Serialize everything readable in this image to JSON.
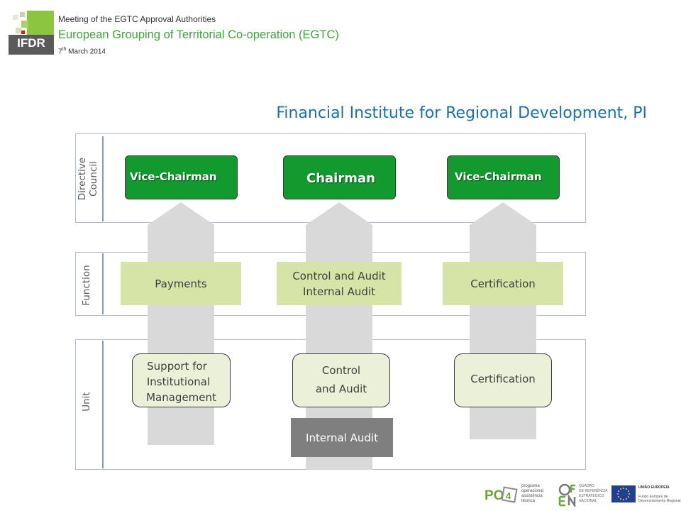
{
  "header": {
    "logo_text": "IFDR",
    "meeting": "Meeting  of the EGTC Approval Authorities",
    "subtitle": "European Grouping of Territorial Co-operation (EGTC)",
    "date_day": "7",
    "date_suffix": "th",
    "date_rest": " March 2014"
  },
  "title": "Financial Institute for Regional Development, PI",
  "sections": {
    "directive": [
      "Directive",
      "Council"
    ],
    "function": "Function",
    "unit": "Unit"
  },
  "directive_council": {
    "left": "Vice-Chairman",
    "center": "Chairman",
    "right": "Vice-Chairman"
  },
  "functions": {
    "left": "Payments",
    "center": [
      "Control and Audit",
      "Internal Audit"
    ],
    "right": "Certification"
  },
  "units": {
    "left": [
      "Support for",
      "Institutional",
      "Management"
    ],
    "center": [
      "Control",
      "and Audit"
    ],
    "right": "Certification",
    "extra": "Internal Audit"
  },
  "footer": {
    "poat": "PO",
    "poat_small": [
      "programa",
      "operacional",
      "assistência",
      "técnica"
    ],
    "qren_small": [
      "QUADRO",
      "DE REFERÊNCIA",
      "ESTRATÉGICO",
      "NACIONAL"
    ],
    "eu_title": "UNIÃO EUROPEIA",
    "eu_sub": [
      "Fundo Europeu de",
      "Desenvolvimento Regional"
    ]
  },
  "colors": {
    "chair_green": "#129a2e",
    "function_green": "#d6e4a7",
    "unit_green": "#ebf1d8",
    "title_blue": "#1a6fb0",
    "header_green": "#3fa53a"
  }
}
